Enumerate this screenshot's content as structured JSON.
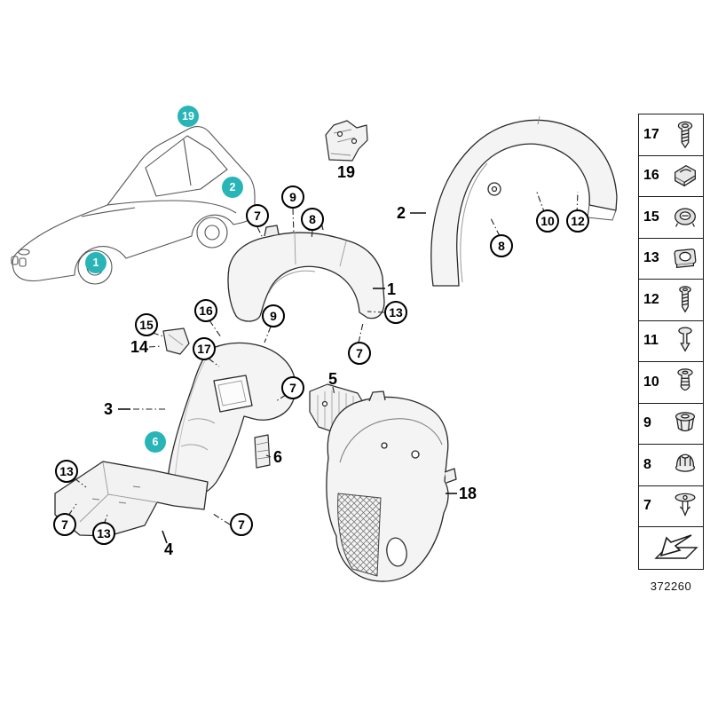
{
  "figure_number": "372260",
  "accent_color": "#29b5b7",
  "teal_markers": [
    {
      "label": "19"
    },
    {
      "label": "2"
    },
    {
      "label": "1"
    },
    {
      "label": "6"
    }
  ],
  "fastener_callouts": [
    {
      "label": "7"
    },
    {
      "label": "9"
    },
    {
      "label": "8"
    },
    {
      "label": "10"
    },
    {
      "label": "12"
    },
    {
      "label": "8"
    },
    {
      "label": "13"
    },
    {
      "label": "7"
    },
    {
      "label": "16"
    },
    {
      "label": "9"
    },
    {
      "label": "15"
    },
    {
      "label": "17"
    },
    {
      "label": "7"
    },
    {
      "label": "13"
    },
    {
      "label": "7"
    },
    {
      "label": "13"
    },
    {
      "label": "7"
    }
  ],
  "part_labels": [
    {
      "label": "19"
    },
    {
      "label": "2"
    },
    {
      "label": "1"
    },
    {
      "label": "3"
    },
    {
      "label": "14"
    },
    {
      "label": "5"
    },
    {
      "label": "6"
    },
    {
      "label": "4"
    },
    {
      "label": "18"
    }
  ],
  "legend": {
    "items": [
      {
        "number": "17",
        "icon": "torx-screw"
      },
      {
        "number": "16",
        "icon": "speed-clip"
      },
      {
        "number": "15",
        "icon": "expanding-nut"
      },
      {
        "number": "13",
        "icon": "clip-nut"
      },
      {
        "number": "12",
        "icon": "metal-screw"
      },
      {
        "number": "11",
        "icon": "pin-rivet"
      },
      {
        "number": "10",
        "icon": "expansion-rivet"
      },
      {
        "number": "9",
        "icon": "grommet"
      },
      {
        "number": "8",
        "icon": "cap-nut"
      },
      {
        "number": "7",
        "icon": "push-rivet"
      },
      {
        "number": "",
        "icon": "direction-arrow"
      }
    ]
  }
}
